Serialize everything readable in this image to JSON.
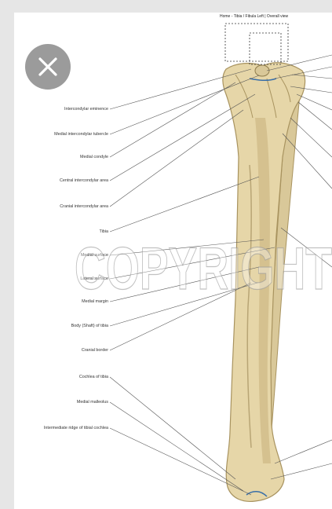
{
  "diagram": {
    "header": "Home - Tibia / Fibula Left | Overall view",
    "watermark": "COPYRIGHT",
    "labels": [
      "Intercondylar eminence",
      "Medial intercondylar tubercle",
      "Medial condyle",
      "Central intercondylar area",
      "Cranial intercondylar area",
      "Tibia",
      "Medial surface",
      "Lateral surface",
      "Medial margin",
      "Body (Shaft) of tibia",
      "Cranial border",
      "Cochlea of tibia",
      "Medial malleolus",
      "Intermediate ridge of tibial cochlea"
    ],
    "colors": {
      "bone": "#e6d6a8",
      "bone_shadow": "#b8a575",
      "leader": "#555555",
      "close_button": "#9b9b9b"
    },
    "icons": {
      "close": "close-icon"
    }
  }
}
